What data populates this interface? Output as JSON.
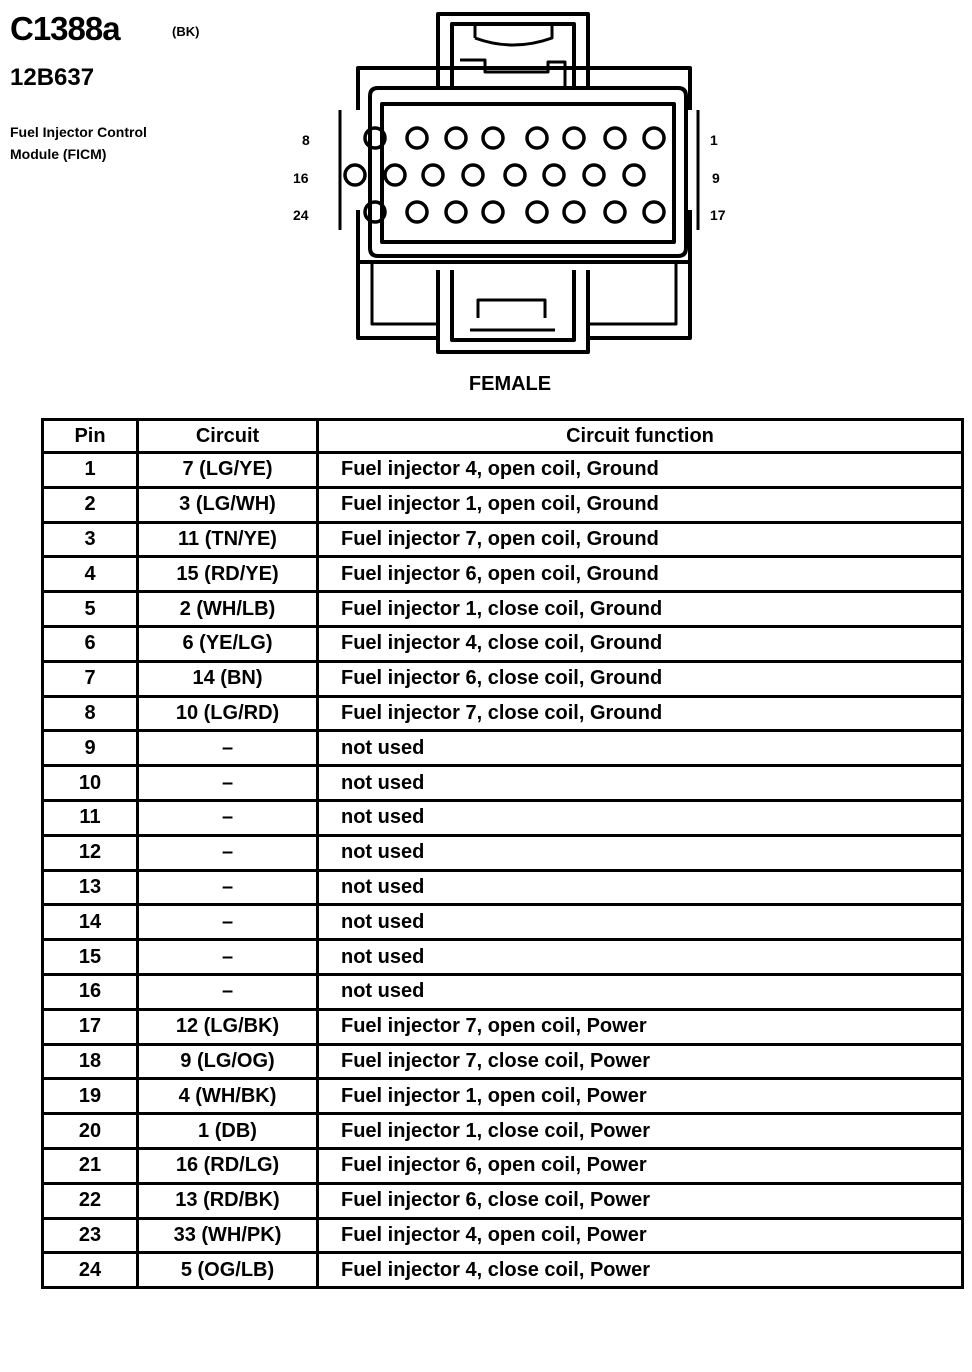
{
  "header": {
    "connector_code": "C1388a",
    "color": "(BK)",
    "part_number": "12B637",
    "description_line1": "Fuel Injector Control",
    "description_line2": "Module (FICM)"
  },
  "diagram": {
    "pin_labels": {
      "top_left": "8",
      "top_right": "1",
      "middle_left": "16",
      "middle_right": "9",
      "bottom_left": "24",
      "bottom_right": "17"
    },
    "view_label": "FEMALE"
  },
  "table": {
    "headers": [
      "Pin",
      "Circuit",
      "Circuit function"
    ],
    "rows": [
      {
        "pin": "1",
        "circuit": "7 (LG/YE)",
        "function": "Fuel injector 4, open coil, Ground"
      },
      {
        "pin": "2",
        "circuit": "3 (LG/WH)",
        "function": "Fuel injector 1, open coil, Ground"
      },
      {
        "pin": "3",
        "circuit": "11 (TN/YE)",
        "function": "Fuel injector 7, open coil, Ground"
      },
      {
        "pin": "4",
        "circuit": "15 (RD/YE)",
        "function": "Fuel injector 6, open coil, Ground"
      },
      {
        "pin": "5",
        "circuit": "2 (WH/LB)",
        "function": "Fuel injector 1, close coil, Ground"
      },
      {
        "pin": "6",
        "circuit": "6 (YE/LG)",
        "function": "Fuel injector 4, close coil, Ground"
      },
      {
        "pin": "7",
        "circuit": "14 (BN)",
        "function": "Fuel injector 6, close coil, Ground"
      },
      {
        "pin": "8",
        "circuit": "10 (LG/RD)",
        "function": "Fuel injector 7, close coil, Ground"
      },
      {
        "pin": "9",
        "circuit": "–",
        "function": "not used"
      },
      {
        "pin": "10",
        "circuit": "–",
        "function": "not used"
      },
      {
        "pin": "11",
        "circuit": "–",
        "function": "not used"
      },
      {
        "pin": "12",
        "circuit": "–",
        "function": "not used"
      },
      {
        "pin": "13",
        "circuit": "–",
        "function": "not used"
      },
      {
        "pin": "14",
        "circuit": "–",
        "function": "not used"
      },
      {
        "pin": "15",
        "circuit": "–",
        "function": "not used"
      },
      {
        "pin": "16",
        "circuit": "–",
        "function": "not used"
      },
      {
        "pin": "17",
        "circuit": "12 (LG/BK)",
        "function": "Fuel injector 7, open coil, Power"
      },
      {
        "pin": "18",
        "circuit": "9 (LG/OG)",
        "function": "Fuel injector 7, close coil, Power"
      },
      {
        "pin": "19",
        "circuit": "4 (WH/BK)",
        "function": "Fuel injector 1, open coil, Power"
      },
      {
        "pin": "20",
        "circuit": "1 (DB)",
        "function": "Fuel injector 1, close coil, Power"
      },
      {
        "pin": "21",
        "circuit": "16 (RD/LG)",
        "function": "Fuel injector 6, open coil, Power"
      },
      {
        "pin": "22",
        "circuit": "13 (RD/BK)",
        "function": "Fuel injector 6, close coil, Power"
      },
      {
        "pin": "23",
        "circuit": "33 (WH/PK)",
        "function": "Fuel injector 4, open coil, Power"
      },
      {
        "pin": "24",
        "circuit": "5 (OG/LB)",
        "function": "Fuel injector 4, close coil, Power"
      }
    ]
  }
}
